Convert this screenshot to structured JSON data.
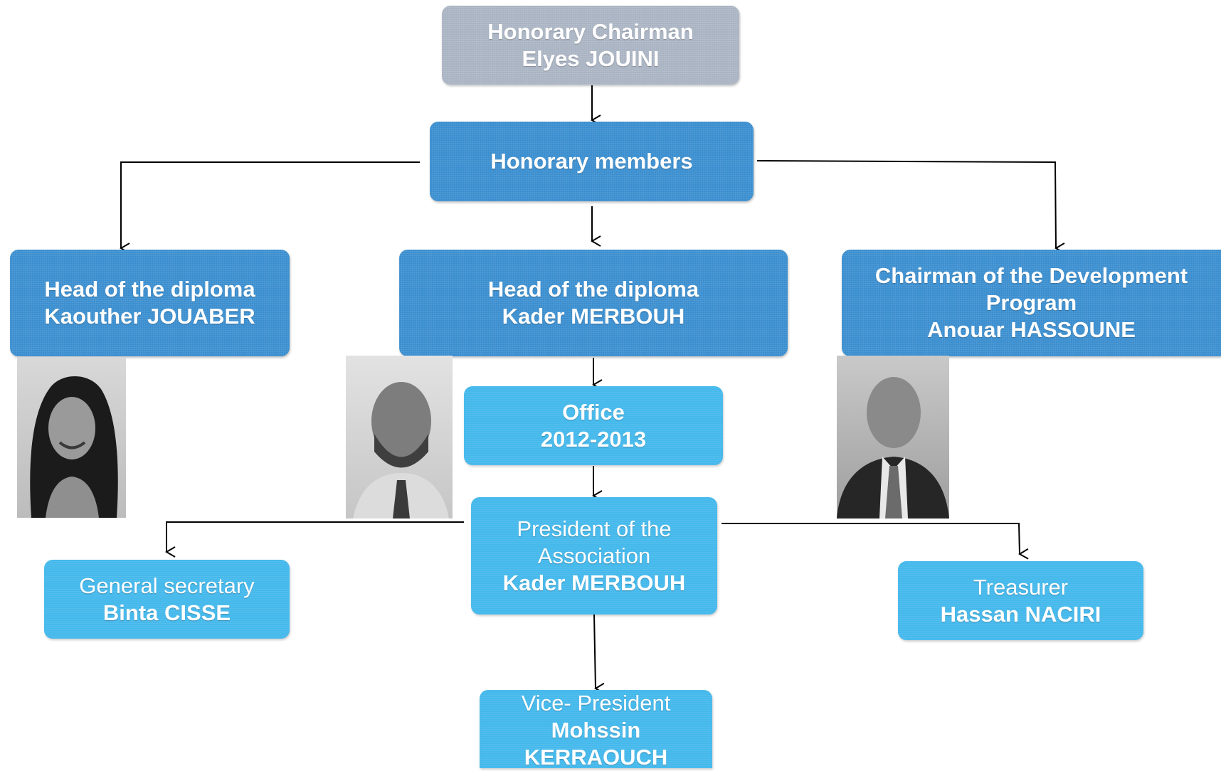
{
  "honorary_chairman": {
    "role": "Honorary Chairman",
    "name": "Elyes JOUINI"
  },
  "honorary_members": {
    "label": "Honorary members"
  },
  "head_left": {
    "role": "Head of the diploma",
    "name": "Kaouther JOUABER"
  },
  "head_center": {
    "role": "Head of the diploma",
    "name": "Kader MERBOUH"
  },
  "dev_chairman": {
    "role_line1": "Chairman of the Development",
    "role_line2": "Program",
    "name": "Anouar HASSOUNE"
  },
  "office": {
    "label": "Office",
    "years": "2012-2013"
  },
  "president": {
    "role_line1": "President of the",
    "role_line2": "Association",
    "name": "Kader MERBOUH"
  },
  "general_secretary": {
    "role": "General secretary",
    "name": "Binta CISSE"
  },
  "treasurer": {
    "role": "Treasurer",
    "name": "Hassan NACIRI"
  },
  "vice_president": {
    "role": "Vice- President",
    "name_line1": "Mohssin",
    "name_line2": "KERRAOUCH"
  },
  "colors": {
    "gray_box": "#a9b3c2",
    "blue_box": "#3a8ecf",
    "cyan_box": "#45b9ec",
    "connector": "#000000"
  },
  "photos": [
    "photo-kaouther-jouaber",
    "photo-kader-merbouh",
    "photo-anouar-hassoune"
  ]
}
